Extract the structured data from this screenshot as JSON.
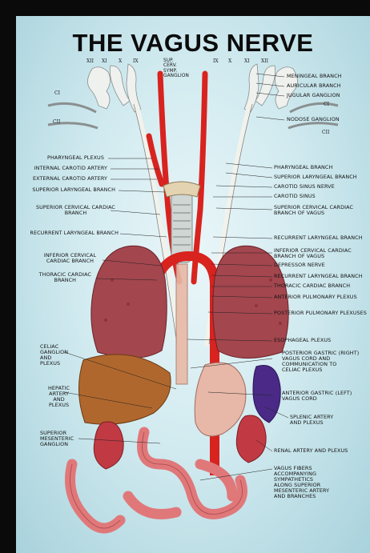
{
  "title": "THE VAGUS NERVE",
  "cranial_numerals_top": [
    "XII",
    "XI",
    "X",
    "IX",
    "IX",
    "X",
    "XI",
    "XII"
  ],
  "cranial_numerals_side": {
    "left_1": "CI",
    "left_2": "CII",
    "right_1": "CI",
    "right_2": "CII"
  },
  "center_top_label": [
    "SUP.",
    "CERV.",
    "SYMP.",
    "GANGLION"
  ],
  "labels_left": [
    {
      "text": [
        "PHARYNGEAL PLEXUS"
      ]
    },
    {
      "text": [
        "INTERNAL CAROTID ARTERY"
      ]
    },
    {
      "text": [
        "EXTERNAL CAROTID ARTERY"
      ]
    },
    {
      "text": [
        "SUPERIOR LARYNGEAL BRANCH"
      ]
    },
    {
      "text": [
        "SUPERIOR CERVICAL CARDIAC",
        "BRANCH"
      ]
    },
    {
      "text": [
        "RECURRENT LARYNGEAL BRANCH"
      ]
    },
    {
      "text": [
        "INFERIOR CERVICAL",
        "CARDIAC BRANCH"
      ]
    },
    {
      "text": [
        "THORACIC CARDIAC",
        "BRANCH"
      ]
    },
    {
      "text": [
        "CELIAC",
        "GANGLION",
        "AND",
        "PLEXUS"
      ]
    },
    {
      "text": [
        "HEPATIC",
        "ARTERY",
        "AND",
        "PLEXUS"
      ]
    },
    {
      "text": [
        "SUPERIOR",
        "MESENTERIC",
        "GANGLION"
      ]
    }
  ],
  "labels_right": [
    {
      "text": [
        "MENINGEAL BRANCH"
      ]
    },
    {
      "text": [
        "AURICULAR BRANCH"
      ]
    },
    {
      "text": [
        "JUGULAR GANGLION"
      ]
    },
    {
      "text": [
        "NODOSE GANGLION"
      ]
    },
    {
      "text": [
        "PHARYNGEAL BRANCH"
      ]
    },
    {
      "text": [
        "SUPERIOR LARYNGEAL BRANCH"
      ]
    },
    {
      "text": [
        "CAROTID SINUS NERVE"
      ]
    },
    {
      "text": [
        "CAROTID SINUS"
      ]
    },
    {
      "text": [
        "SUPERIOR CERVICAL CARDIAC",
        "BRANCH OF VAGUS"
      ]
    },
    {
      "text": [
        "RECURRENT LARYNGEAL BRANCH"
      ]
    },
    {
      "text": [
        "INFERIOR CERVICAL CARDIAC",
        "BRANCH OF VAGUS"
      ]
    },
    {
      "text": [
        "DEPRESSOR NERVE"
      ]
    },
    {
      "text": [
        "RECURRENT LARYNGEAL BRANCH"
      ]
    },
    {
      "text": [
        "THORACIC CARDIAC BRANCH"
      ]
    },
    {
      "text": [
        "ANTERIOR PULMONARY PLEXUS"
      ]
    },
    {
      "text": [
        "POSTERIOR PULMONARY PLEXUSES"
      ]
    },
    {
      "text": [
        "ESOPHAGEAL PLEXUS"
      ]
    },
    {
      "text": [
        "POSTERIOR GASTRIC (RIGHT)",
        "VAGUS CORD AND",
        "COMMUNICATION TO",
        "CELIAC PLEXUS"
      ]
    },
    {
      "text": [
        "ANTERIOR GASTRIC (LEFT)",
        "VAGUS CORD"
      ]
    },
    {
      "text": [
        "SPLENIC ARTERY",
        "AND PLEXUS"
      ]
    },
    {
      "text": [
        "RENAL ARTERY AND PLEXUS"
      ]
    },
    {
      "text": [
        "VAGUS FIBERS",
        "ACCOMPANYING",
        "SYMPATHETICS",
        "ALONG SUPERIOR",
        "MESENTERIC ARTERY",
        "AND BRANCHES"
      ]
    }
  ],
  "colors": {
    "border": "#0a0a0a",
    "background": "#cfe8ee",
    "artery": "#d8231f",
    "nerve": "#f3f3ee",
    "lung": "#a3464e",
    "liver": "#b0672d",
    "spleen": "#4a2a86",
    "intestine": "#e0787a",
    "kidney": "#c13a43"
  }
}
